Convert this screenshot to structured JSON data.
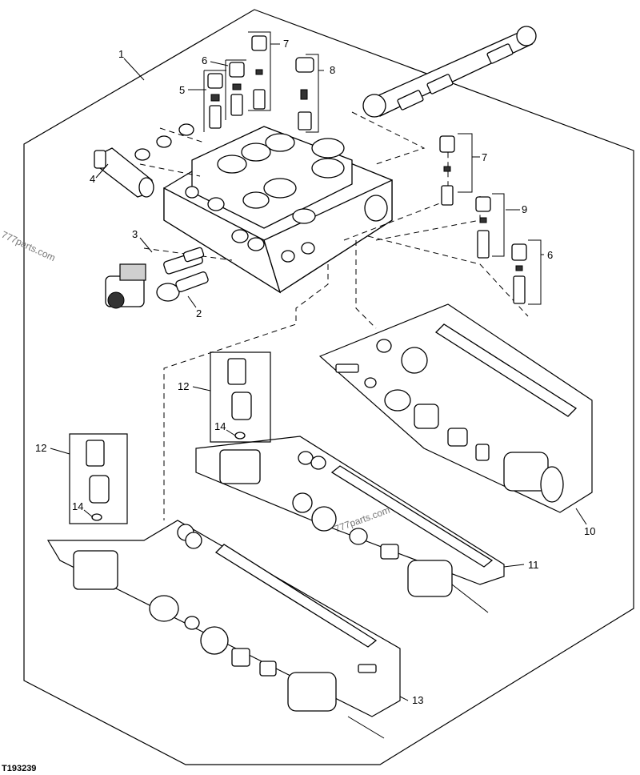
{
  "figure_id": "T193239",
  "watermark": "777parts.com",
  "callouts": {
    "c1": "1",
    "c2": "2",
    "c3": "3",
    "c4": "4",
    "c5": "5",
    "c6a": "6",
    "c6b": "6",
    "c7a": "7",
    "c7b": "7",
    "c8": "8",
    "c9": "9",
    "c10": "10",
    "c11": "11",
    "c12a": "12",
    "c12b": "12",
    "c13": "13",
    "c14a": "14",
    "c14b": "14"
  }
}
